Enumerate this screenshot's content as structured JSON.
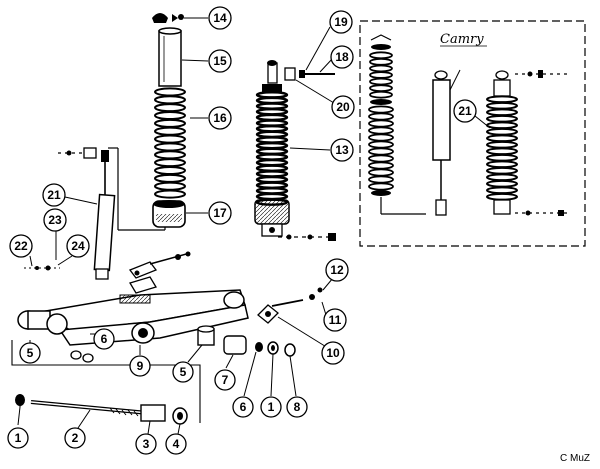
{
  "callouts": [
    {
      "id": "c14",
      "label": "14"
    },
    {
      "id": "c15",
      "label": "15"
    },
    {
      "id": "c16",
      "label": "16"
    },
    {
      "id": "c17",
      "label": "17"
    },
    {
      "id": "c19",
      "label": "19"
    },
    {
      "id": "c18",
      "label": "18"
    },
    {
      "id": "c20",
      "label": "20"
    },
    {
      "id": "c13",
      "label": "13"
    },
    {
      "id": "c21a",
      "label": "21"
    },
    {
      "id": "c23",
      "label": "23"
    },
    {
      "id": "c22",
      "label": "22"
    },
    {
      "id": "c24",
      "label": "24"
    },
    {
      "id": "c21b",
      "label": "21"
    },
    {
      "id": "c12",
      "label": "12"
    },
    {
      "id": "c11",
      "label": "11"
    },
    {
      "id": "c10",
      "label": "10"
    },
    {
      "id": "c5a",
      "label": "5"
    },
    {
      "id": "c6a",
      "label": "6"
    },
    {
      "id": "c9",
      "label": "9"
    },
    {
      "id": "c5b",
      "label": "5"
    },
    {
      "id": "c7",
      "label": "7"
    },
    {
      "id": "c6b",
      "label": "6"
    },
    {
      "id": "c1a",
      "label": "1"
    },
    {
      "id": "c8",
      "label": "8"
    },
    {
      "id": "c1b",
      "label": "1"
    },
    {
      "id": "c2",
      "label": "2"
    },
    {
      "id": "c3",
      "label": "3"
    },
    {
      "id": "c4",
      "label": "4"
    }
  ],
  "inset_title": "Camry",
  "credit": "C MuZ"
}
